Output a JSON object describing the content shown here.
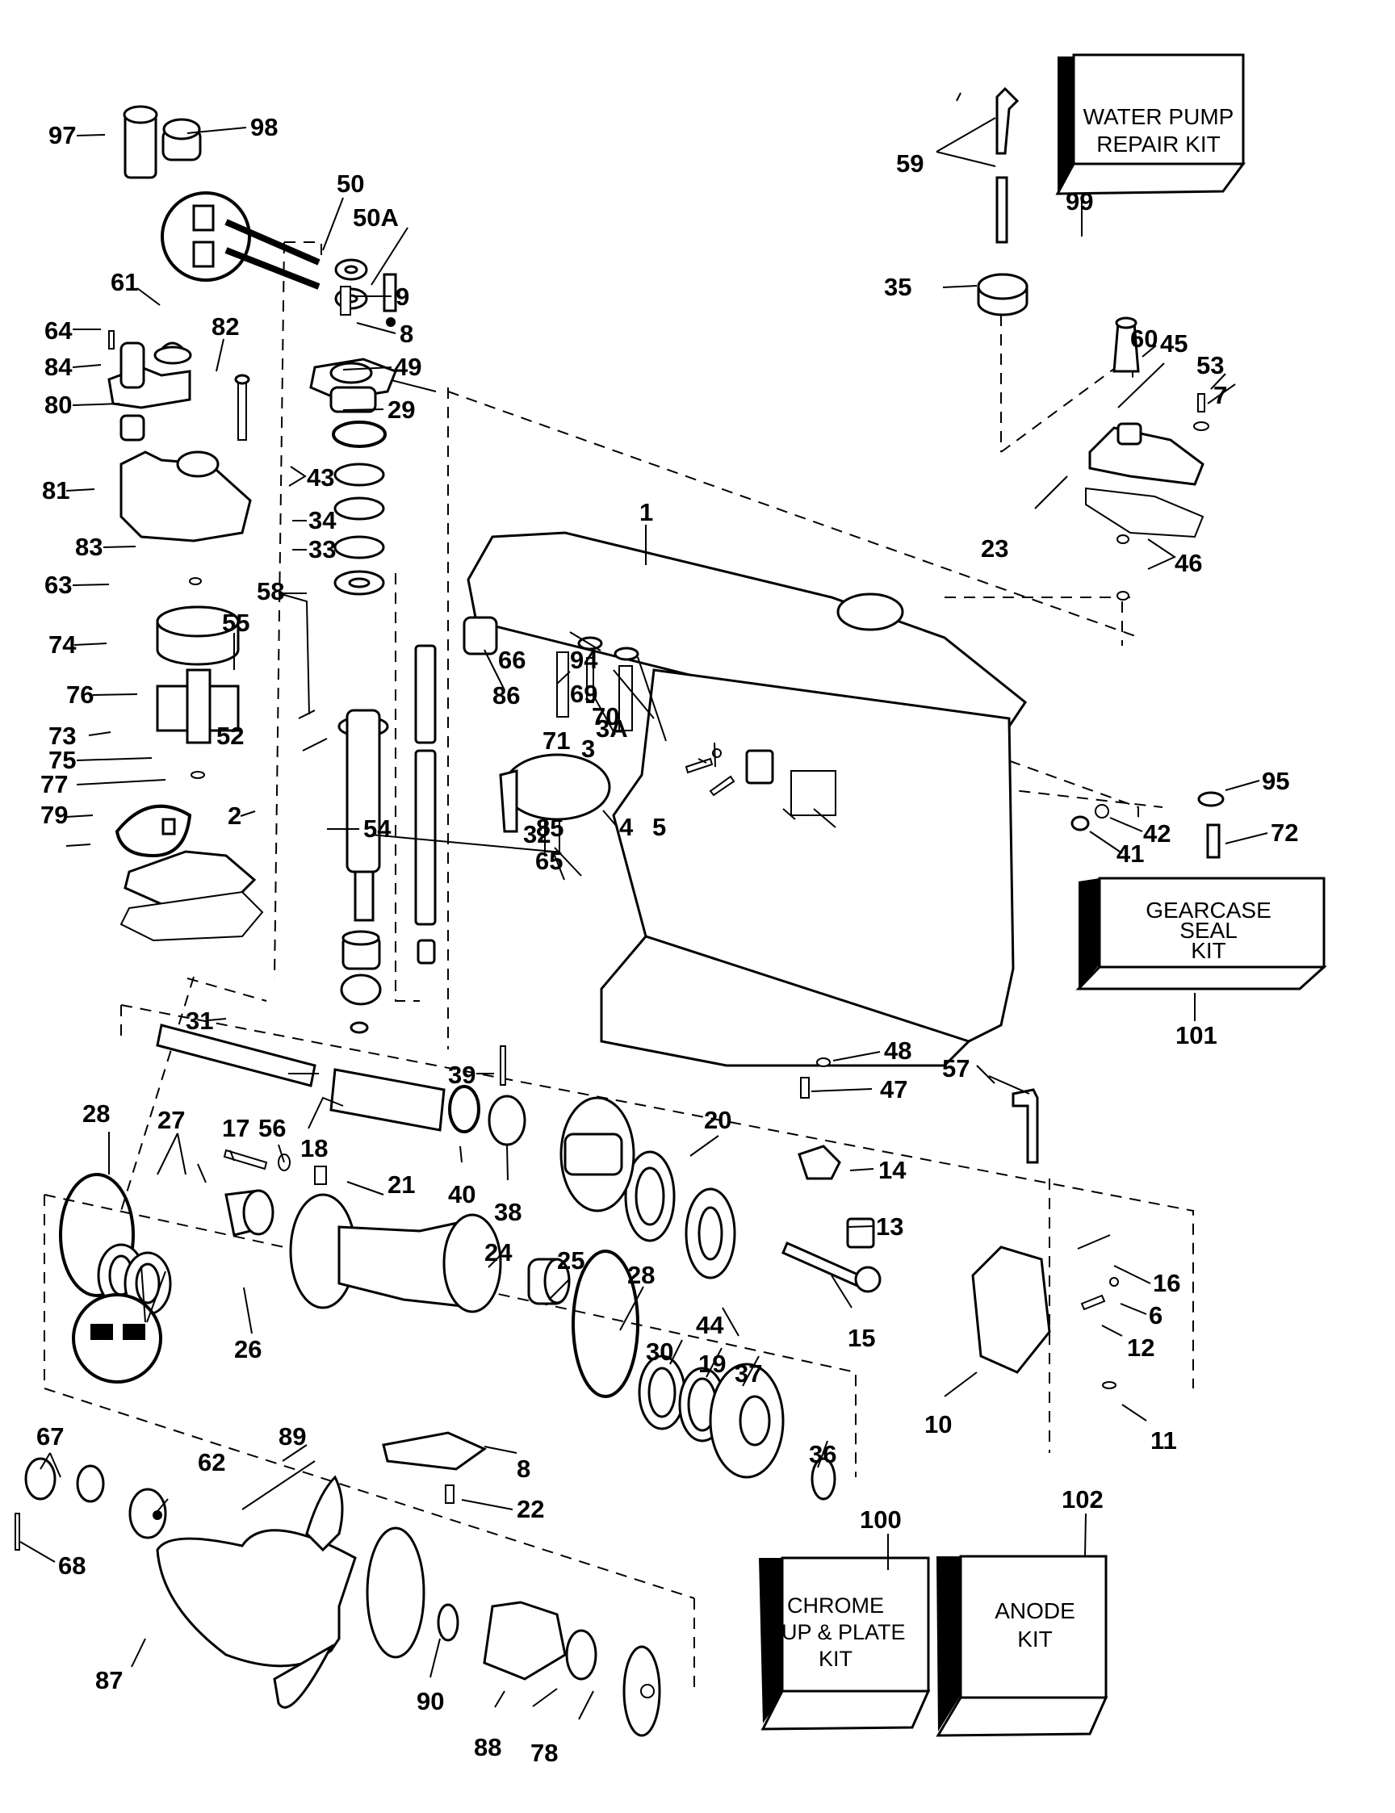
{
  "diagram": {
    "title": "Gearcase exploded parts diagram",
    "colors": {
      "ink": "#000000",
      "paper": "#ffffff"
    },
    "kits": [
      {
        "id": "99",
        "lines": [
          "WATER PUMP",
          "REPAIR KIT"
        ]
      },
      {
        "id": "101",
        "lines": [
          "GEARCASE",
          "SEAL",
          "KIT"
        ]
      },
      {
        "id": "100",
        "lines": [
          "CHROME",
          "CUP & PLATE",
          "KIT"
        ]
      },
      {
        "id": "102",
        "lines": [
          "ANODE",
          "KIT"
        ]
      }
    ],
    "labels": {
      "p97": "97",
      "p98": "98",
      "p50": "50",
      "p50A": "50A",
      "p9": "9",
      "p8a": "8",
      "p61": "61",
      "p64": "64",
      "p84": "84",
      "p82": "82",
      "p80": "80",
      "p49": "49",
      "p29": "29",
      "p81": "81",
      "p43": "43",
      "p34": "34",
      "p33": "33",
      "p83": "83",
      "p63": "63",
      "p58": "58",
      "p55": "55",
      "p74": "74",
      "p76": "76",
      "p73": "73",
      "p52": "52",
      "p75": "75",
      "p77": "77",
      "p79": "79",
      "p2": "2",
      "p54": "54",
      "p32": "32",
      "p31": "31",
      "p59": "59",
      "p99": "99",
      "p35": "35",
      "p60": "60",
      "p45": "45",
      "p53": "53",
      "p7": "7",
      "p23": "23",
      "p46": "46",
      "p1": "1",
      "p66": "66",
      "p94": "94",
      "p86": "86",
      "p69": "69",
      "p70": "70",
      "p3A": "3A",
      "p71": "71",
      "p3": "3",
      "p85": "85",
      "p4": "4",
      "p5": "5",
      "p65": "65",
      "p95": "95",
      "p42": "42",
      "p72": "72",
      "p41": "41",
      "p101": "101",
      "p48": "48",
      "p47": "47",
      "p57": "57",
      "p39": "39",
      "p28a": "28",
      "p18": "18",
      "p27": "27",
      "p17": "17",
      "p56": "56",
      "p40": "40",
      "p38": "38",
      "p21": "21",
      "p20": "20",
      "p14": "14",
      "p13": "13",
      "p24": "24",
      "p26": "26",
      "p25": "25",
      "p28b": "28",
      "p44": "44",
      "p15": "15",
      "p16": "16",
      "p6": "6",
      "p12": "12",
      "p10": "10",
      "p11": "11",
      "p30": "30",
      "p19": "19",
      "p37": "37",
      "p36": "36",
      "p67": "67",
      "p89": "89",
      "p62": "62",
      "p8b": "8",
      "p22": "22",
      "p68": "68",
      "p100": "100",
      "p102": "102",
      "p87": "87",
      "p90": "90",
      "p88": "88",
      "p78": "78"
    }
  }
}
